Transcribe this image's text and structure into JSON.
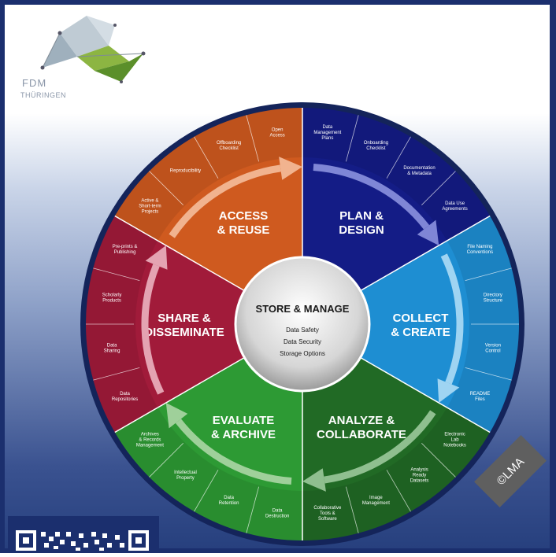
{
  "logo": {
    "line1": "FDM",
    "line2": "THÜRINGEN"
  },
  "center": {
    "title": "STORE & MANAGE",
    "items": [
      "Data Safety",
      "Data Security",
      "Storage Options"
    ]
  },
  "segments": [
    {
      "title_lines": [
        "PLAN &",
        "DESIGN"
      ],
      "color": "#141c86",
      "spokes": [
        [
          "Data",
          "Management",
          "Plans"
        ],
        [
          "Onboarding",
          "Checklist"
        ],
        [
          "Documentation",
          "& Metadata"
        ],
        [
          "Data Use",
          "Agreements"
        ]
      ]
    },
    {
      "title_lines": [
        "COLLECT",
        "& CREATE"
      ],
      "color": "#1e8ed2",
      "spokes": [
        [
          "File Naming",
          "Conventions"
        ],
        [
          "Directory",
          "Structure"
        ],
        [
          "Version",
          "Control"
        ],
        [
          "README",
          "Files"
        ]
      ]
    },
    {
      "title_lines": [
        "ANALYZE &",
        "COLLABORATE"
      ],
      "color": "#216a25",
      "spokes": [
        [
          "Electronic",
          "Lab",
          "Notebooks"
        ],
        [
          "Analysis",
          "Ready",
          "Datasets"
        ],
        [
          "Image",
          "Management"
        ],
        [
          "Collaborative",
          "Tools &",
          "Software"
        ]
      ]
    },
    {
      "title_lines": [
        "EVALUATE",
        "& ARCHIVE"
      ],
      "color": "#2d9a34",
      "spokes": [
        [
          "Data",
          "Destruction"
        ],
        [
          "Data",
          "Retention"
        ],
        [
          "Intellectual",
          "Property"
        ],
        [
          "Archives",
          "& Records",
          "Management"
        ]
      ]
    },
    {
      "title_lines": [
        "SHARE &",
        "DISSEMINATE"
      ],
      "color": "#a11b3a",
      "spokes": [
        [
          "Data",
          "Repositories"
        ],
        [
          "Data",
          "Sharing"
        ],
        [
          "Scholarly",
          "Products"
        ],
        [
          "Pre-prints &",
          "Publishing"
        ]
      ]
    },
    {
      "title_lines": [
        "ACCESS",
        "& REUSE"
      ],
      "color": "#cf5a1f",
      "spokes": [
        [
          "Active &",
          "Short-term",
          "Projects"
        ],
        [
          "Reproducibility"
        ],
        [
          "Offboarding",
          "Checklist"
        ],
        [
          "Open",
          "Access"
        ]
      ]
    }
  ],
  "badge": "©LMA"
}
